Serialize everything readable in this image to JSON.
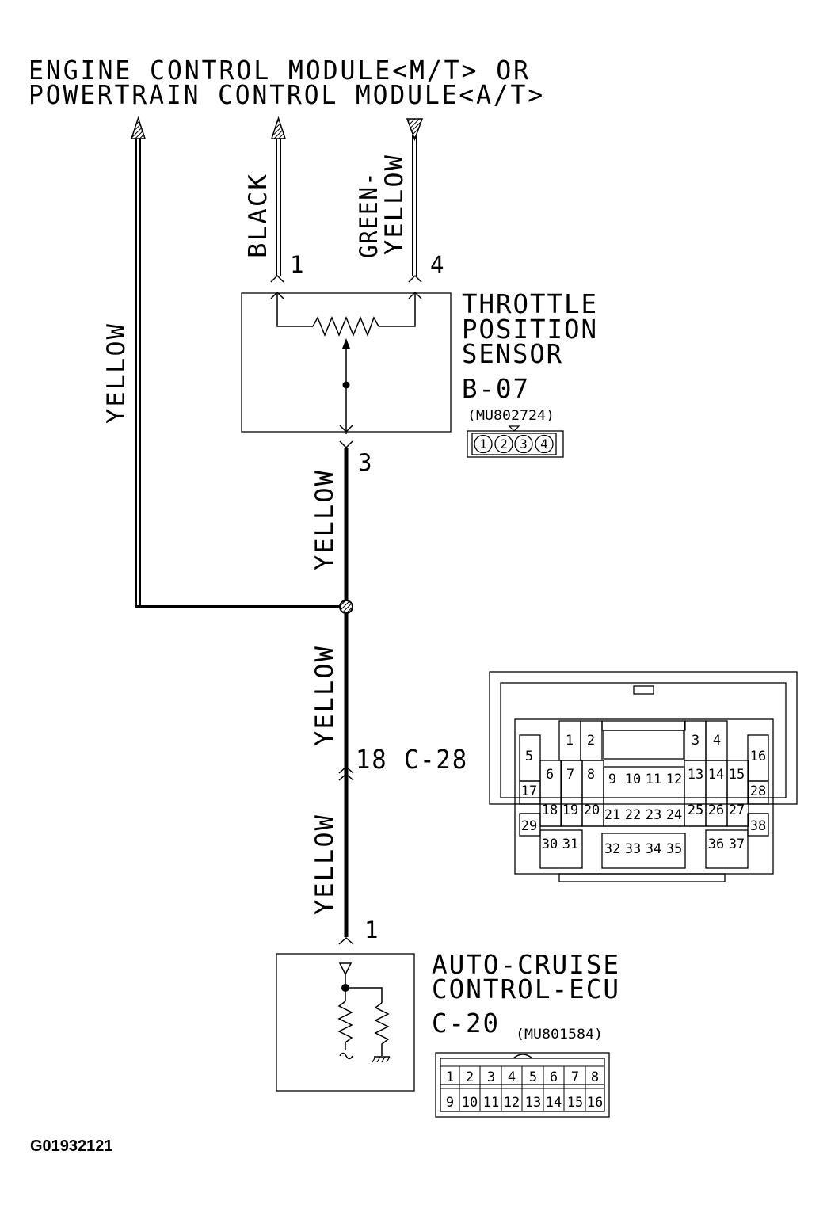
{
  "title": {
    "line1": "ENGINE CONTROL MODULE<M/T> OR",
    "line2": "POWERTRAIN CONTROL MODULE<A/T>"
  },
  "wires": {
    "left_trunk": "YELLOW",
    "black": "BLACK",
    "green_yellow_1": "GREEN-",
    "green_yellow_2": "YELLOW",
    "seg_sensor_to_splice": "YELLOW",
    "seg_splice_to_c28": "YELLOW",
    "seg_c28_to_ecu": "YELLOW"
  },
  "throttle_sensor": {
    "name_line1": "THROTTLE",
    "name_line2": "POSITION",
    "name_line3": "SENSOR",
    "connector_id": "B-07",
    "part_number": "(MU802724)",
    "pin_black": "1",
    "pin_green_yellow": "4",
    "pin_output": "3",
    "connector_pins": [
      "1",
      "2",
      "3",
      "4"
    ]
  },
  "intermediate_connector": {
    "label": "18 C-28",
    "pins": [
      "1",
      "2",
      "3",
      "4",
      "5",
      "6",
      "7",
      "8",
      "9",
      "10",
      "11",
      "12",
      "13",
      "14",
      "15",
      "16",
      "17",
      "18",
      "19",
      "20",
      "21",
      "22",
      "23",
      "24",
      "25",
      "26",
      "27",
      "28",
      "29",
      "30",
      "31",
      "32",
      "33",
      "34",
      "35",
      "36",
      "37",
      "38"
    ]
  },
  "auto_cruise_ecu": {
    "name_line1": "AUTO-CRUISE",
    "name_line2": "CONTROL-ECU",
    "connector_id": "C-20",
    "part_number": "(MU801584)",
    "pin_input": "1",
    "connector_pins_top": [
      "1",
      "2",
      "3",
      "4",
      "5",
      "6",
      "7",
      "8"
    ],
    "connector_pins_bottom": [
      "9",
      "10",
      "11",
      "12",
      "13",
      "14",
      "15",
      "16"
    ]
  },
  "figure_id": "G01932121"
}
